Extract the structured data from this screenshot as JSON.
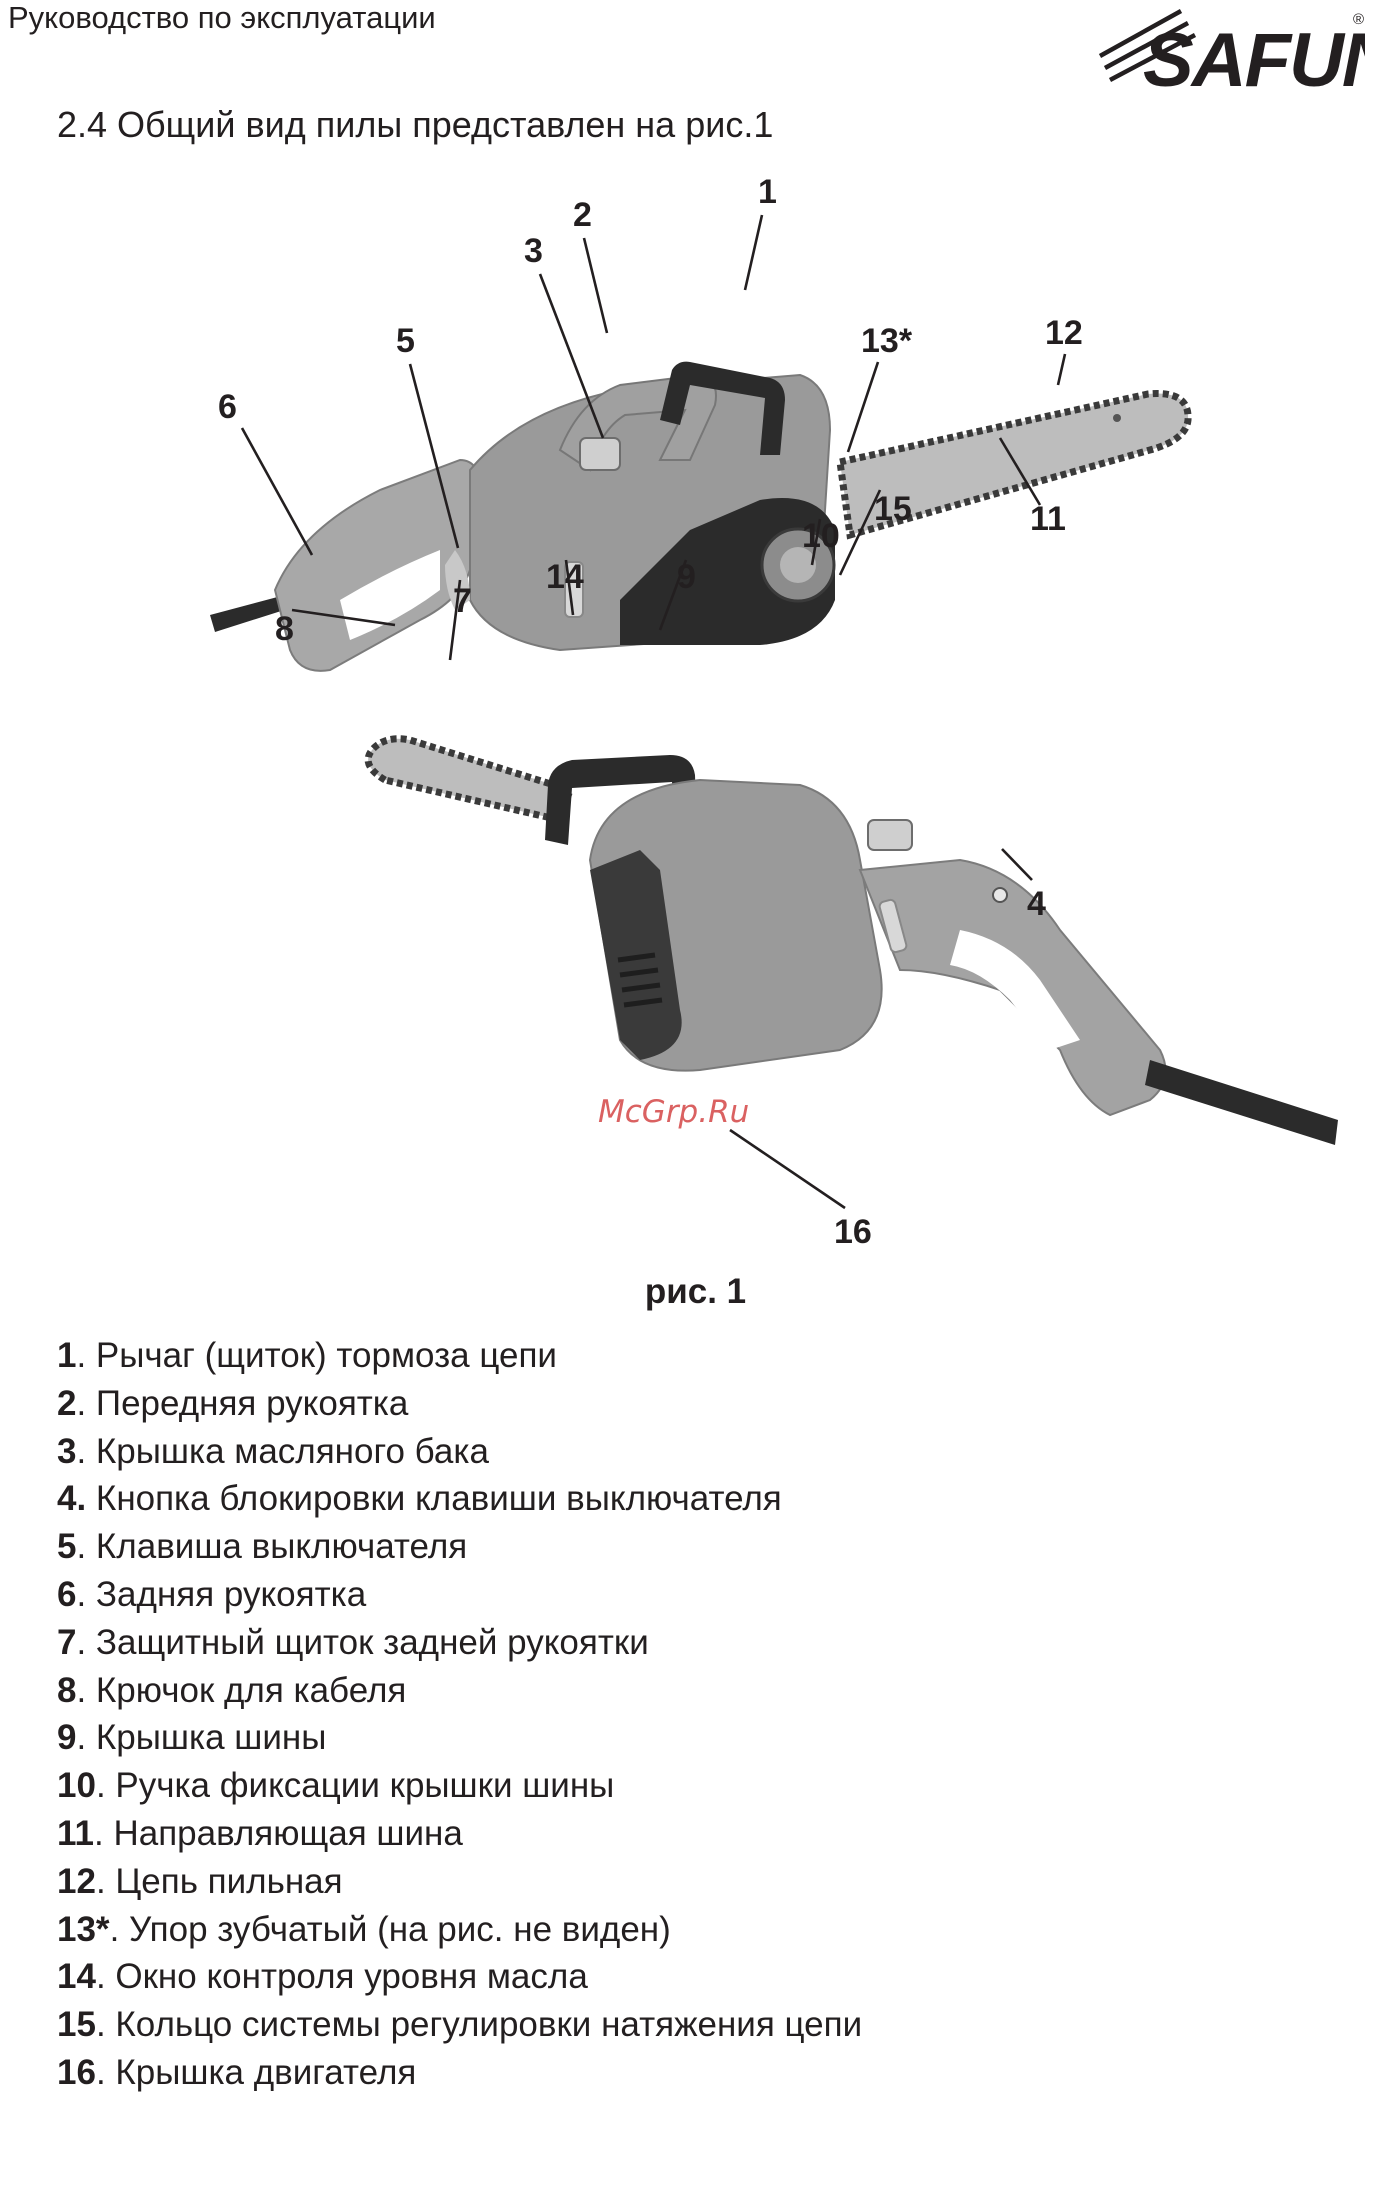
{
  "header": {
    "title": "Руководство по эксплуатации"
  },
  "logo": {
    "text": "SAFUN",
    "registered_mark": "®"
  },
  "section": {
    "title": "2.4 Общий вид пилы представлен на рис.1"
  },
  "figure": {
    "caption": "рис. 1",
    "watermark": "McGrp.Ru",
    "callouts_top": [
      "1",
      "2",
      "3",
      "5",
      "6",
      "13*",
      "12",
      "15",
      "10",
      "11",
      "14",
      "9",
      "7",
      "8"
    ],
    "callouts_bottom": [
      "4",
      "16"
    ]
  },
  "legend": [
    {
      "num": "1",
      "text": ". Рычаг (щиток) тормоза цепи"
    },
    {
      "num": "2",
      "text": ". Передняя рукоятка"
    },
    {
      "num": "3",
      "text": ". Крышка масляного бака"
    },
    {
      "num": "4.",
      "text": " Кнопка блокировки клавиши выключателя"
    },
    {
      "num": "5",
      "text": ". Клавиша выключателя"
    },
    {
      "num": "6",
      "text": ". Задняя рукоятка"
    },
    {
      "num": "7",
      "text": ". Защитный щиток задней рукоятки"
    },
    {
      "num": "8",
      "text": ". Крючок для кабеля"
    },
    {
      "num": "9",
      "text": ". Крышка шины"
    },
    {
      "num": "10",
      "text": ". Ручка фиксации крышки шины"
    },
    {
      "num": "11",
      "text": ". Направляющая шина"
    },
    {
      "num": "12",
      "text": ". Цепь пильная"
    },
    {
      "num": "13*",
      "text": ". Упор зубчатый (на рис. не виден)"
    },
    {
      "num": "14",
      "text": ". Окно контроля уровня масла"
    },
    {
      "num": "15",
      "text": ". Кольцо системы регулировки натяжения цепи"
    },
    {
      "num": "16",
      "text": ". Крышка двигателя"
    }
  ],
  "colors": {
    "text": "#231f20",
    "body_gray": "#9a9a9a",
    "dark_part": "#2b2b2b",
    "bar": "#bdbdbd",
    "watermark": "#d13a3a"
  }
}
